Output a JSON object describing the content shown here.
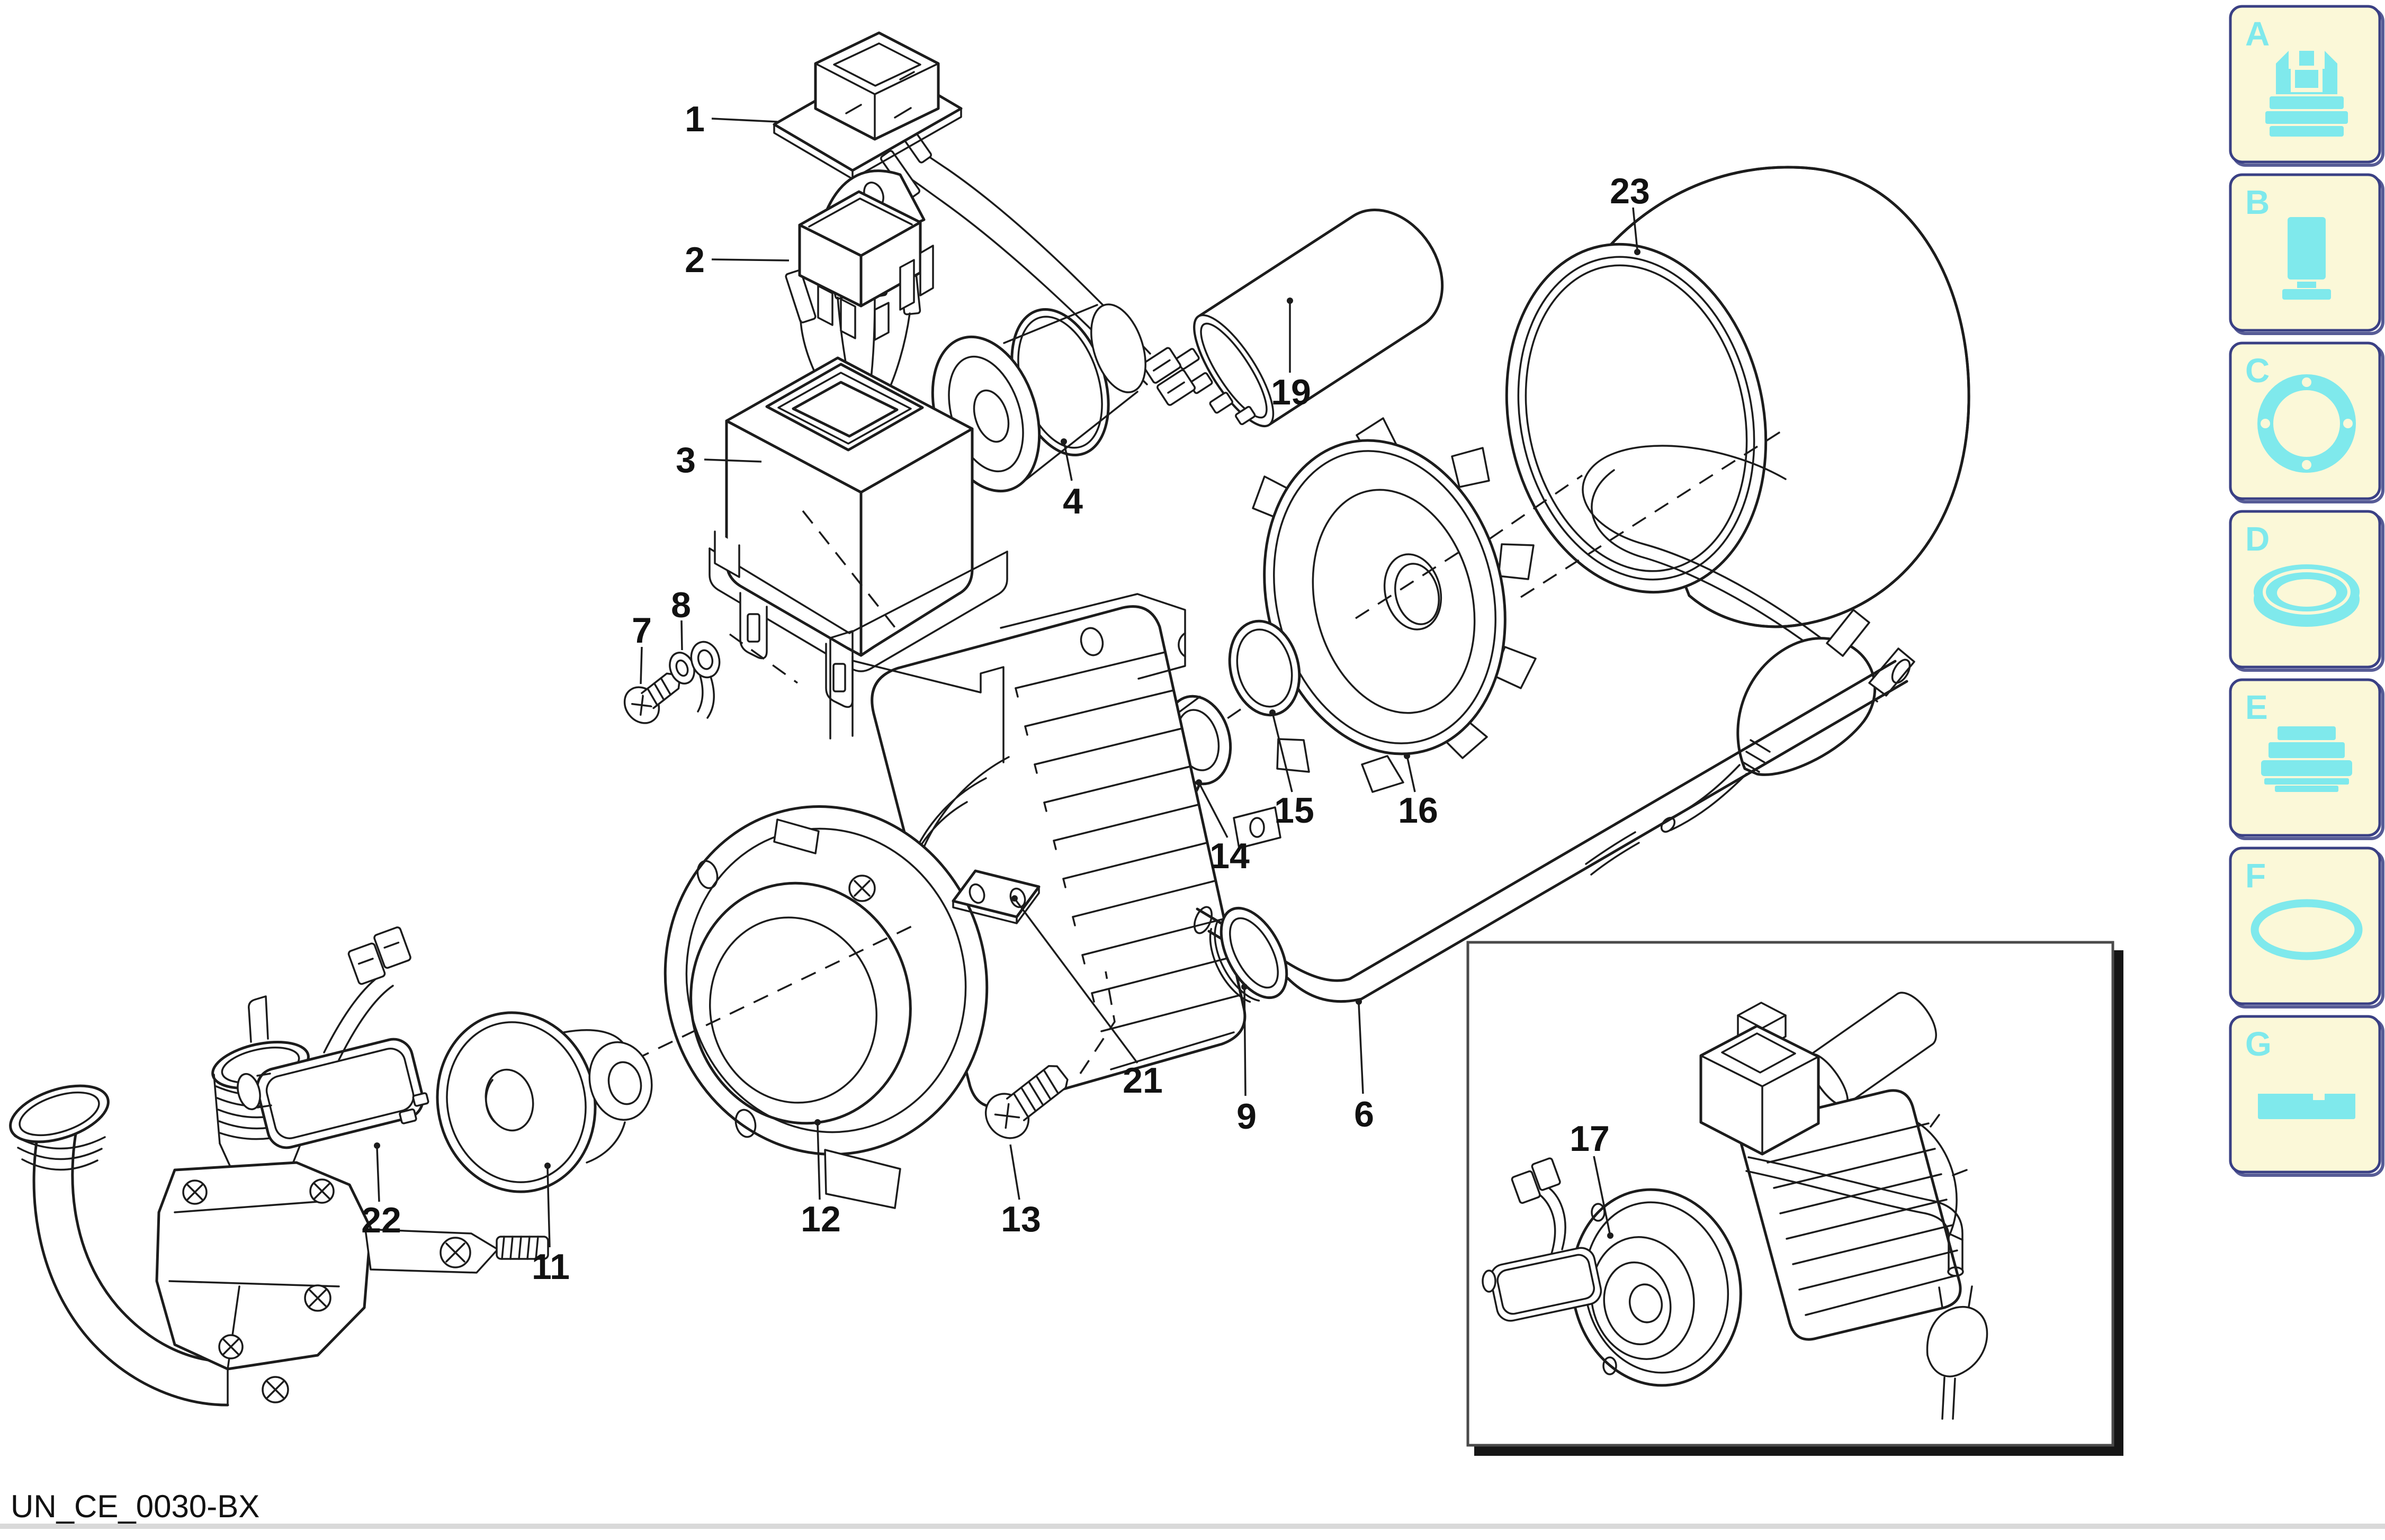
{
  "footer": {
    "code": "UN_CE_0030-BX"
  },
  "diagram": {
    "type": "exploded-parts-drawing",
    "subject": "pump-motor-assembly",
    "line_color": "#1c1c1c",
    "labels": [
      {
        "text": "1"
      },
      {
        "text": "2"
      },
      {
        "text": "3"
      },
      {
        "text": "4"
      },
      {
        "text": "6"
      },
      {
        "text": "7"
      },
      {
        "text": "8"
      },
      {
        "text": "9"
      },
      {
        "text": "11"
      },
      {
        "text": "12"
      },
      {
        "text": "13"
      },
      {
        "text": "14"
      },
      {
        "text": "15"
      },
      {
        "text": "16"
      },
      {
        "text": "17"
      },
      {
        "text": "19"
      },
      {
        "text": "21"
      },
      {
        "text": "22"
      },
      {
        "text": "23"
      }
    ],
    "inset": {
      "label_ref": "17",
      "border_color": "#4a4a4a",
      "shadow_color": "#151515"
    }
  },
  "sidebar": {
    "panel_bg": "#fbf8d8",
    "panel_border": "#3a4084",
    "accent": "#7fe9ec",
    "panels": [
      {
        "letter": "A",
        "icon": "switch-cover-icon"
      },
      {
        "letter": "B",
        "icon": "capacitor-icon"
      },
      {
        "letter": "C",
        "icon": "flange-ring-icon"
      },
      {
        "letter": "D",
        "icon": "seal-ring-icon"
      },
      {
        "letter": "E",
        "icon": "stepped-grommet-icon"
      },
      {
        "letter": "F",
        "icon": "o-ring-icon"
      },
      {
        "letter": "G",
        "icon": "key-bar-icon"
      }
    ]
  },
  "colors": {
    "background": "#ffffff",
    "divider": "#d9d9d9",
    "ink": "#1c1c1c"
  }
}
